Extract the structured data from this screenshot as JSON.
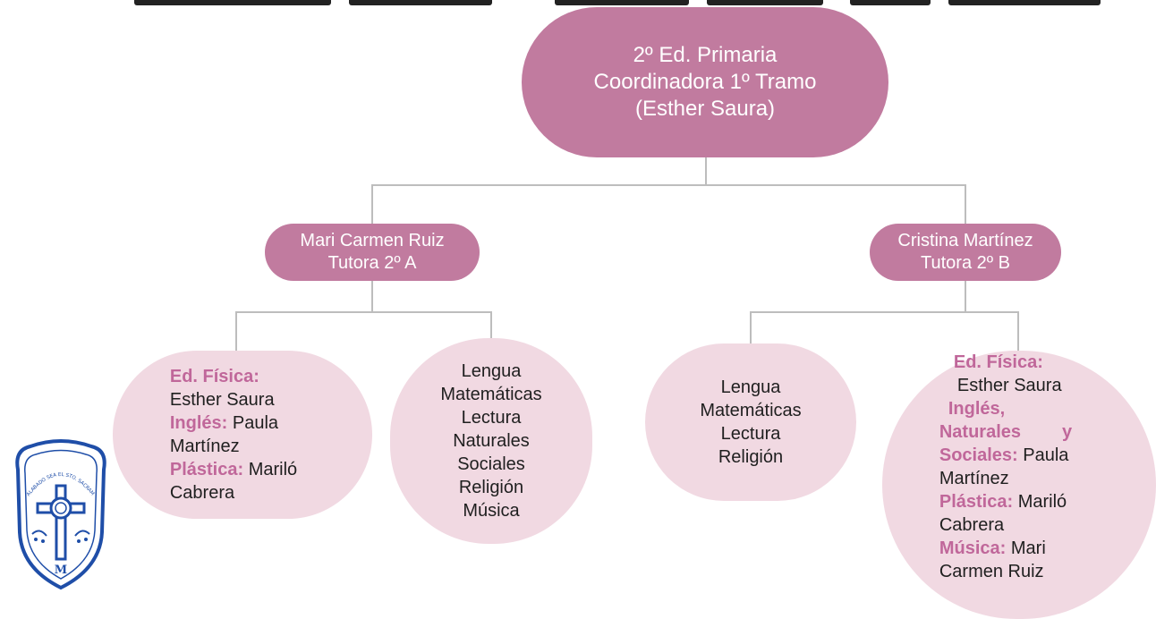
{
  "root": {
    "line1": "2º Ed. Primaria",
    "line2": "Coordinadora 1º Tramo",
    "line3": "(Esther Saura)"
  },
  "tutor_a": {
    "name": "Mari Carmen Ruiz",
    "role": "Tutora 2º A"
  },
  "tutor_b": {
    "name": "Cristina Martínez",
    "role": "Tutora 2º B"
  },
  "leaf_a1": {
    "ef_label": "Ed. Física:",
    "ef_value": "Esther Saura",
    "ing_label": "Inglés:",
    "ing_value1": "Paula",
    "ing_value2": "Martínez",
    "pla_label": "Plástica:",
    "pla_value1": "Mariló",
    "pla_value2": "Cabrera"
  },
  "leaf_a2": {
    "subjects": [
      "Lengua",
      "Matemáticas",
      "Lectura",
      "Naturales",
      "Sociales",
      "Religión",
      "Música"
    ]
  },
  "leaf_b1": {
    "subjects": [
      "Lengua",
      "Matemáticas",
      "Lectura",
      "Religión"
    ]
  },
  "leaf_b2": {
    "ef_label": "Ed. Física:",
    "ef_value": "Esther Saura",
    "ins_label1": "Inglés,",
    "ins_label2a": "Naturales",
    "ins_label2b": "y",
    "ins_label3": "Sociales:",
    "ins_value1": "Paula",
    "ins_value2": "Martínez",
    "pla_label": "Plástica:",
    "pla_value1": "Mariló",
    "pla_value2": "Cabrera",
    "mus_label": "Música:",
    "mus_value1": "Mari",
    "mus_value2": "Carmen Ruiz"
  },
  "colors": {
    "dark_node": "#c17b9f",
    "light_node": "#f1d9e2",
    "label_accent": "#c0679a",
    "connector": "#bdbdbd"
  },
  "logo": {
    "icon": "school-crest-icon",
    "motto": "ALABADO SEA EL STO. SACRAMENTO",
    "monogram": "M"
  }
}
